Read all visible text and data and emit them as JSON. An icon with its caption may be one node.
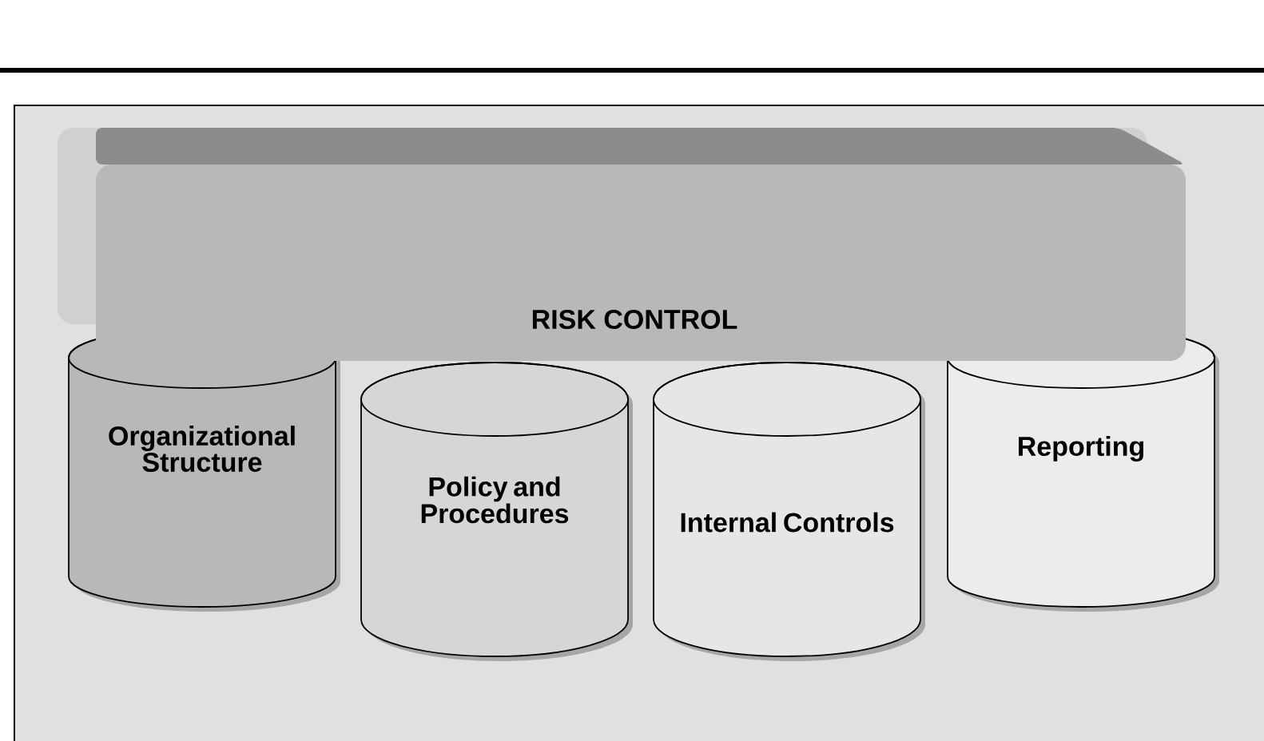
{
  "diagram": {
    "nodes": [
      {
        "text": [
          "RISK CONTROL"
        ]
      },
      {
        "text": [
          "Organizational Structure"
        ]
      },
      {
        "text": [
          "Policy and Procedures"
        ]
      },
      {
        "text": [
          "Internal Controls"
        ]
      },
      {
        "text": [
          "Reporting"
        ]
      }
    ]
  }
}
